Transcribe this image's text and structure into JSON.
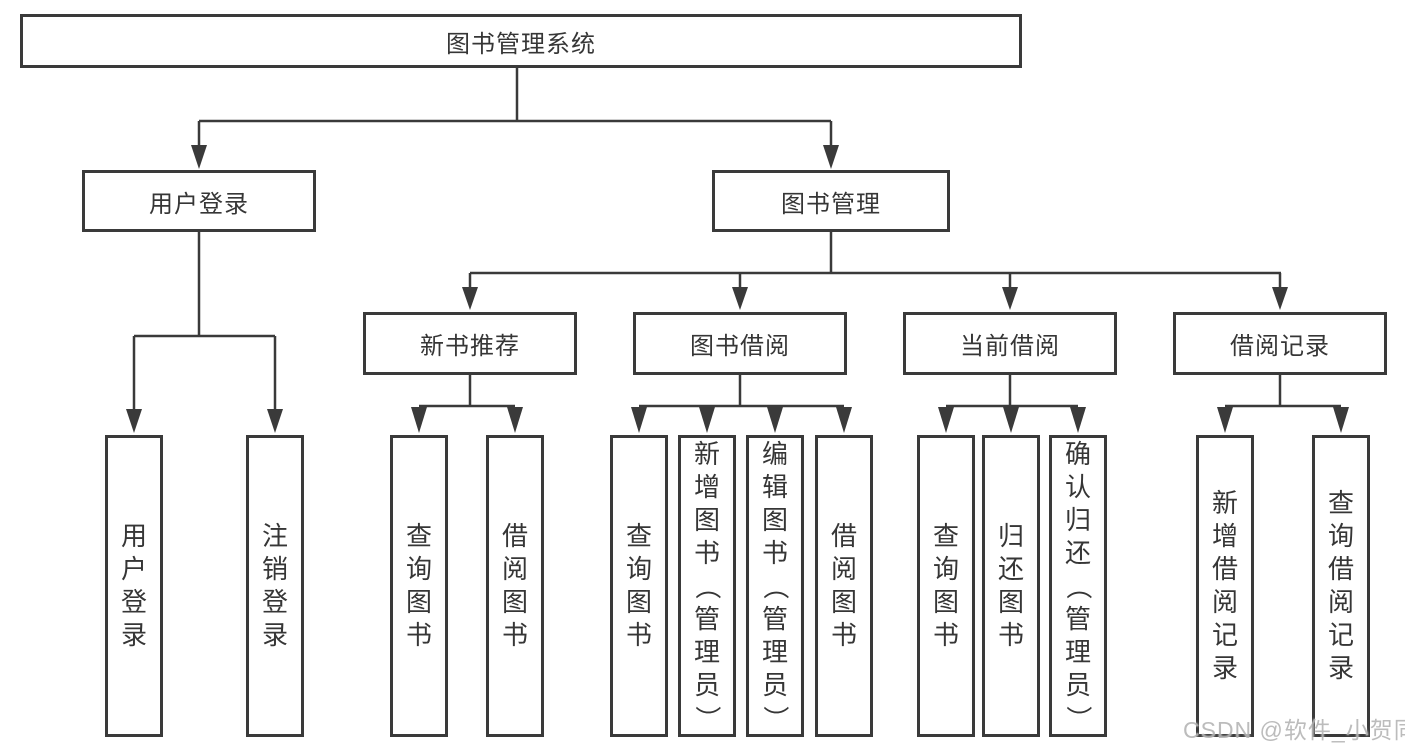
{
  "tree": {
    "root": {
      "label": "图书管理系统"
    },
    "children": [
      {
        "label": "用户登录",
        "children": [
          {
            "label": "用户登录"
          },
          {
            "label": "注销登录"
          }
        ]
      },
      {
        "label": "图书管理",
        "children": [
          {
            "label": "新书推荐",
            "children": [
              {
                "label": "查询图书"
              },
              {
                "label": "借阅图书"
              }
            ]
          },
          {
            "label": "图书借阅",
            "children": [
              {
                "label": "查询图书"
              },
              {
                "label": "新增图书（管理员）"
              },
              {
                "label": "编辑图书（管理员）"
              },
              {
                "label": "借阅图书"
              }
            ]
          },
          {
            "label": "当前借阅",
            "children": [
              {
                "label": "查询图书"
              },
              {
                "label": "归还图书"
              },
              {
                "label": "确认归还（管理员）"
              }
            ]
          },
          {
            "label": "借阅记录",
            "children": [
              {
                "label": "新增借阅记录"
              },
              {
                "label": "查询借阅记录"
              }
            ]
          }
        ]
      }
    ]
  },
  "watermark": {
    "text": "CSDN @软件_小贺同学"
  },
  "colors": {
    "line": "#3a3a3a",
    "box_fill": "#ffffff",
    "text": "#363636",
    "watermark": "#b5b5b5"
  }
}
